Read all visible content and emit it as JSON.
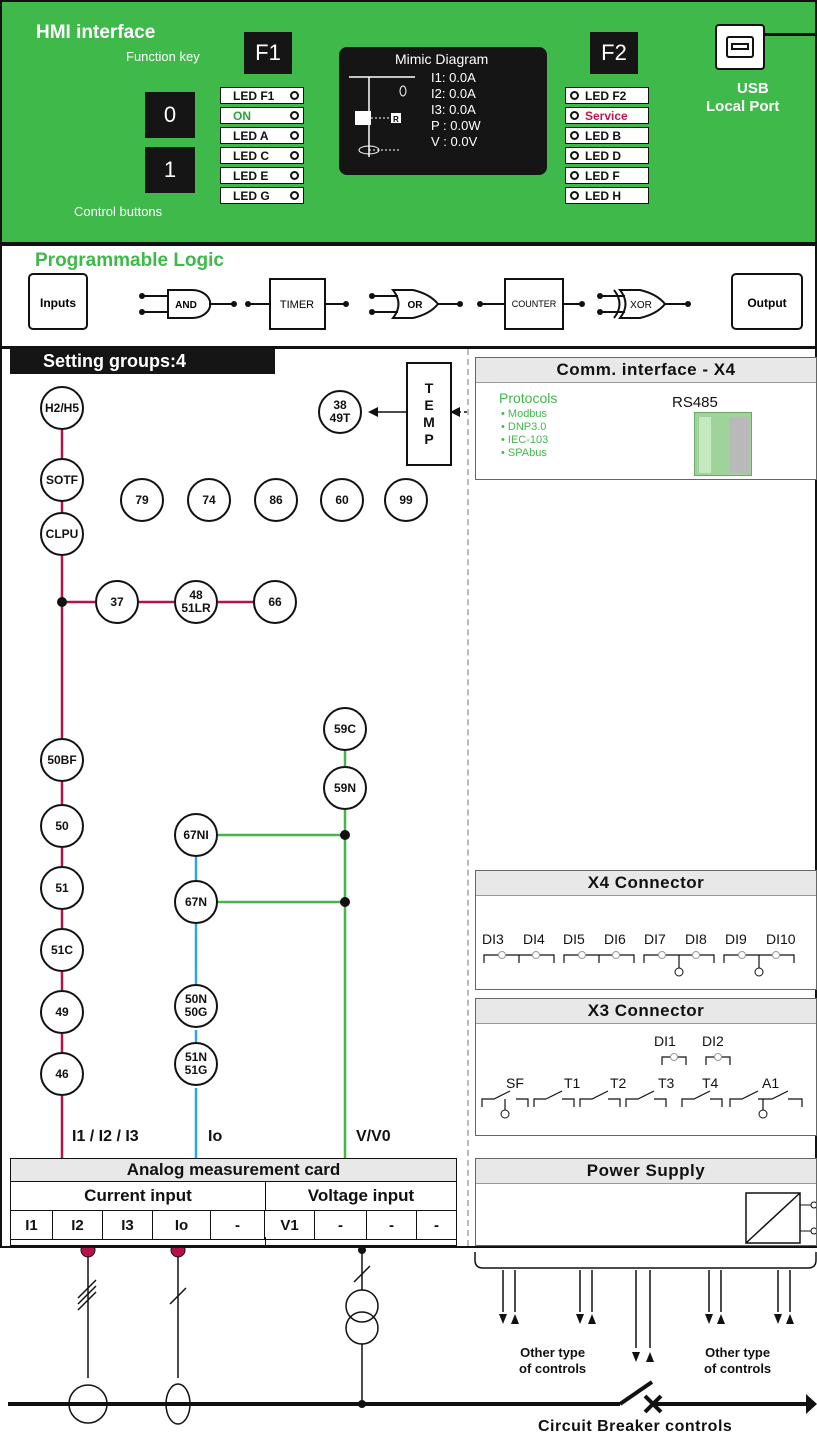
{
  "hmi": {
    "title": "HMI interface",
    "function_key_label": "Function key",
    "f1": "F1",
    "f2": "F2",
    "btn0": "0",
    "btn1": "1",
    "control_buttons_label": "Control buttons",
    "leds_left": [
      "LED F1",
      "ON",
      "LED A",
      "LED C",
      "LED E",
      "LED G"
    ],
    "leds_right": [
      "LED F2",
      "Service",
      "LED B",
      "LED D",
      "LED F",
      "LED H"
    ],
    "mimic": {
      "title": "Mimic Diagram",
      "i1": "I1: 0.0A",
      "i2": "I2: 0.0A",
      "i3": "I3: 0.0A",
      "p": "P : 0.0W",
      "v": "V : 0.0V",
      "r": "R"
    },
    "usb": "USB",
    "local_port": "Local Port"
  },
  "logic": {
    "title": "Programmable Logic",
    "inputs": "Inputs",
    "and": "AND",
    "timer": "TIMER",
    "or": "OR",
    "counter": "COUNTER",
    "xor": "XOR",
    "output": "Output"
  },
  "setting_groups": "Setting groups:4",
  "temp": [
    "T",
    "E",
    "M",
    "P"
  ],
  "functions": {
    "h2h5": "H2/H5",
    "sotf": "SOTF",
    "clpu": "CLPU",
    "f79": "79",
    "f74": "74",
    "f86": "86",
    "f60": "60",
    "f99": "99",
    "f38a": "38",
    "f38b": "49T",
    "f37": "37",
    "f48a": "48",
    "f48b": "51LR",
    "f66": "66",
    "f50bf": "50BF",
    "f50": "50",
    "f51": "51",
    "f51c": "51C",
    "f49": "49",
    "f46": "46",
    "f67ni": "67NI",
    "f67n": "67N",
    "f50na": "50N",
    "f50nb": "50G",
    "f51na": "51N",
    "f51nb": "51G",
    "f59c": "59C",
    "f59n": "59N"
  },
  "bus_labels": {
    "currents": "I1 / I2 / I3",
    "io": "Io",
    "v": "V/V0"
  },
  "comm": {
    "title": "Comm. interface - X4",
    "protocols_title": "Protocols",
    "protocols": [
      "• Modbus",
      "• DNP3.0",
      "• IEC-103",
      "• SPAbus"
    ],
    "rs485": "RS485"
  },
  "x4": {
    "title": "X4 Connector",
    "inputs": [
      "DI3",
      "DI4",
      "DI5",
      "DI6",
      "DI7",
      "DI8",
      "DI9",
      "DI10"
    ]
  },
  "x3": {
    "title": "X3 Connector",
    "di": [
      "DI1",
      "DI2"
    ],
    "outputs": [
      "SF",
      "T1",
      "T2",
      "T3",
      "T4",
      "A1"
    ]
  },
  "analog": {
    "title": "Analog measurement card",
    "current_input": "Current input",
    "voltage_input": "Voltage input",
    "current_cols": [
      "I1",
      "I2",
      "I3",
      "Io",
      "-"
    ],
    "voltage_cols": [
      "V1",
      "-",
      "-",
      "-"
    ]
  },
  "power": {
    "title": "Power Supply"
  },
  "bottom": {
    "other_left": [
      "Other type",
      "of controls"
    ],
    "other_right": [
      "Other type",
      "of controls"
    ],
    "cb_controls": "Circuit Breaker controls"
  },
  "colors": {
    "green_bg": "#3fba4a",
    "current_line": "#b3124a",
    "io_line": "#29a9e0",
    "voltage_line": "#44b549",
    "service_text": "#c0184e",
    "on_text": "#2aa43a"
  }
}
